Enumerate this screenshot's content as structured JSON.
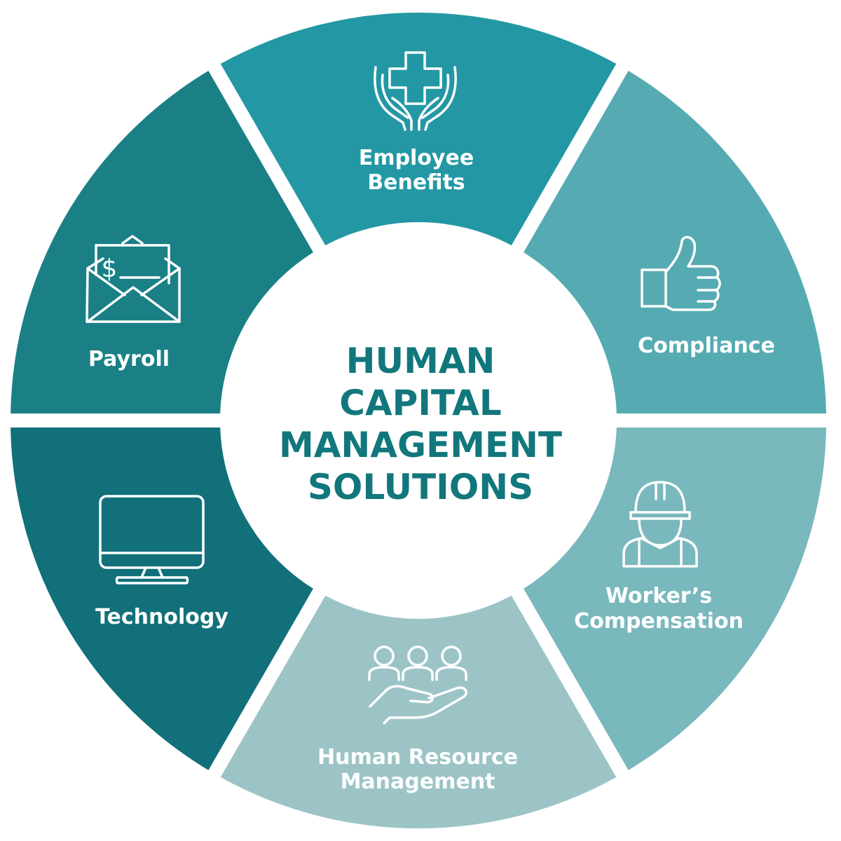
{
  "diagram": {
    "center_title": [
      "HUMAN",
      "CAPITAL",
      "MANAGEMENT",
      "SOLUTIONS"
    ],
    "colors": {
      "title": "#11777c",
      "employee_benefits": "#2398a4",
      "compliance": "#56abb2",
      "workers_compensation": "#79b8bd",
      "human_resource_management": "#9cc4c7",
      "technology": "#11707a",
      "payroll": "#1a8086",
      "background": "#ffffff"
    },
    "segments": [
      {
        "id": "employee-benefits",
        "label_lines": [
          "Employee",
          "Benefits"
        ],
        "icon": "hands-medical-cross-icon"
      },
      {
        "id": "compliance",
        "label_lines": [
          "Compliance"
        ],
        "icon": "thumbs-up-icon"
      },
      {
        "id": "workers-compensation",
        "label_lines": [
          "Worker’s",
          "Compensation"
        ],
        "icon": "construction-worker-icon"
      },
      {
        "id": "human-resource-management",
        "label_lines": [
          "Human Resource",
          "Management"
        ],
        "icon": "people-in-hand-icon"
      },
      {
        "id": "technology",
        "label_lines": [
          "Technology"
        ],
        "icon": "desktop-monitor-icon"
      },
      {
        "id": "payroll",
        "label_lines": [
          "Payroll"
        ],
        "icon": "envelope-dollar-check-icon"
      }
    ]
  }
}
